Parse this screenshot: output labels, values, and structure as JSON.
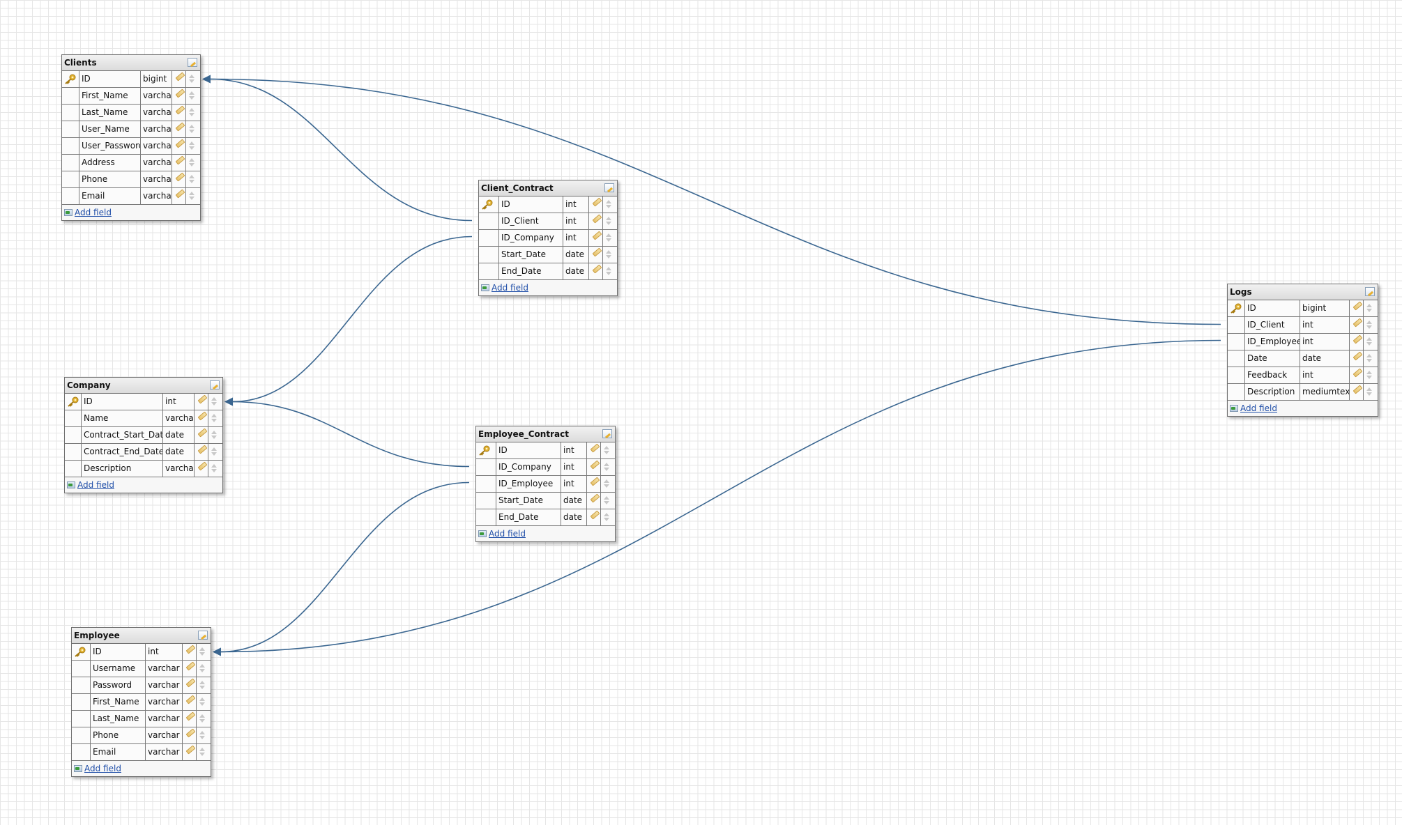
{
  "colors": {
    "relation_line": "#3a6690",
    "grid": "#e6e6e6",
    "link": "#1f4ea8"
  },
  "add_field_label": "Add field",
  "tables": [
    {
      "id": "clients",
      "name": "Clients",
      "fields": [
        {
          "name": "ID",
          "type": "bigint",
          "primary_key": true
        },
        {
          "name": "First_Name",
          "type": "varchar"
        },
        {
          "name": "Last_Name",
          "type": "varchar"
        },
        {
          "name": "User_Name",
          "type": "varchar"
        },
        {
          "name": "User_Password",
          "type": "varchar"
        },
        {
          "name": "Address",
          "type": "varchar"
        },
        {
          "name": "Phone",
          "type": "varchar"
        },
        {
          "name": "Email",
          "type": "varchar"
        }
      ]
    },
    {
      "id": "client_contract",
      "name": "Client_Contract",
      "fields": [
        {
          "name": "ID",
          "type": "int",
          "primary_key": true
        },
        {
          "name": "ID_Client",
          "type": "int"
        },
        {
          "name": "ID_Company",
          "type": "int"
        },
        {
          "name": "Start_Date",
          "type": "date"
        },
        {
          "name": "End_Date",
          "type": "date"
        }
      ]
    },
    {
      "id": "company",
      "name": "Company",
      "fields": [
        {
          "name": "ID",
          "type": "int",
          "primary_key": true
        },
        {
          "name": "Name",
          "type": "varchar"
        },
        {
          "name": "Contract_Start_Date",
          "type": "date"
        },
        {
          "name": "Contract_End_Date",
          "type": "date"
        },
        {
          "name": "Description",
          "type": "varchar"
        }
      ]
    },
    {
      "id": "employee_contract",
      "name": "Employee_Contract",
      "fields": [
        {
          "name": "ID",
          "type": "int",
          "primary_key": true
        },
        {
          "name": "ID_Company",
          "type": "int"
        },
        {
          "name": "ID_Employee",
          "type": "int"
        },
        {
          "name": "Start_Date",
          "type": "date"
        },
        {
          "name": "End_Date",
          "type": "date"
        }
      ]
    },
    {
      "id": "employee",
      "name": "Employee",
      "fields": [
        {
          "name": "ID",
          "type": "int",
          "primary_key": true
        },
        {
          "name": "Username",
          "type": "varchar"
        },
        {
          "name": "Password",
          "type": "varchar"
        },
        {
          "name": "First_Name",
          "type": "varchar"
        },
        {
          "name": "Last_Name",
          "type": "varchar"
        },
        {
          "name": "Phone",
          "type": "varchar"
        },
        {
          "name": "Email",
          "type": "varchar"
        }
      ]
    },
    {
      "id": "logs",
      "name": "Logs",
      "fields": [
        {
          "name": "ID",
          "type": "bigint",
          "primary_key": true
        },
        {
          "name": "ID_Client",
          "type": "int"
        },
        {
          "name": "ID_Employee",
          "type": "int"
        },
        {
          "name": "Date",
          "type": "date"
        },
        {
          "name": "Feedback",
          "type": "int"
        },
        {
          "name": "Description",
          "type": "mediumtext"
        }
      ]
    }
  ],
  "relations": [
    {
      "from_table": "client_contract",
      "from_field": "ID_Client",
      "to_table": "clients",
      "to_field": "ID"
    },
    {
      "from_table": "client_contract",
      "from_field": "ID_Company",
      "to_table": "company",
      "to_field": "ID"
    },
    {
      "from_table": "employee_contract",
      "from_field": "ID_Company",
      "to_table": "company",
      "to_field": "ID"
    },
    {
      "from_table": "employee_contract",
      "from_field": "ID_Employee",
      "to_table": "employee",
      "to_field": "ID"
    },
    {
      "from_table": "logs",
      "from_field": "ID_Client",
      "to_table": "clients",
      "to_field": "ID"
    },
    {
      "from_table": "logs",
      "from_field": "ID_Employee",
      "to_table": "employee",
      "to_field": "ID"
    }
  ]
}
